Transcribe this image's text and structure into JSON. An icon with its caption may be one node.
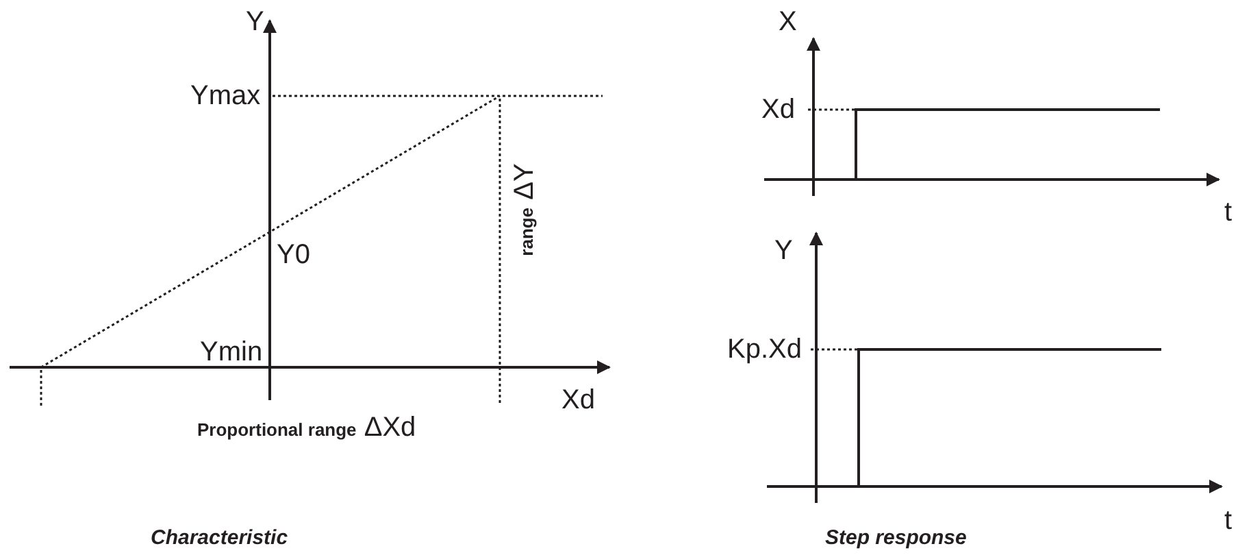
{
  "diagram": {
    "labels": [
      "Y",
      "X",
      "Ymax",
      "Xd",
      "**range** ΔY",
      "Y0",
      "t",
      "Y",
      "Ymin",
      "Kp.Xd",
      "Xd",
      "**Proportional range** ΔXd",
      "t",
      "Characteristic",
      "Step response"
    ]
  }
}
